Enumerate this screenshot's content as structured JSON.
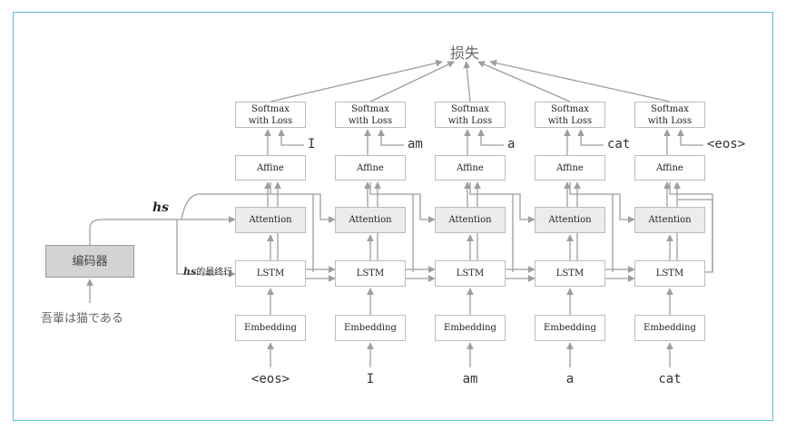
{
  "loss_label": "损失",
  "encoder_label": "编码器",
  "source_sentence": "吾輩は猫である",
  "hs_label": "hs",
  "hs_last_row_suffix": "的最终行",
  "columns": [
    {
      "input": "<eos>",
      "target": "I"
    },
    {
      "input": "I",
      "target": "am"
    },
    {
      "input": "am",
      "target": "a"
    },
    {
      "input": "a",
      "target": "cat"
    },
    {
      "input": "cat",
      "target": "<eos>"
    }
  ],
  "layers": {
    "softmax_line1": "Softmax",
    "softmax_line2": "with Loss",
    "affine": "Affine",
    "attention": "Attention",
    "lstm": "LSTM",
    "embedding": "Embedding"
  },
  "colors": {
    "frame": "#5bbfdc",
    "line": "#9e9e9e",
    "attention_fill": "#ececec",
    "encoder_fill": "#d3d3d3"
  }
}
